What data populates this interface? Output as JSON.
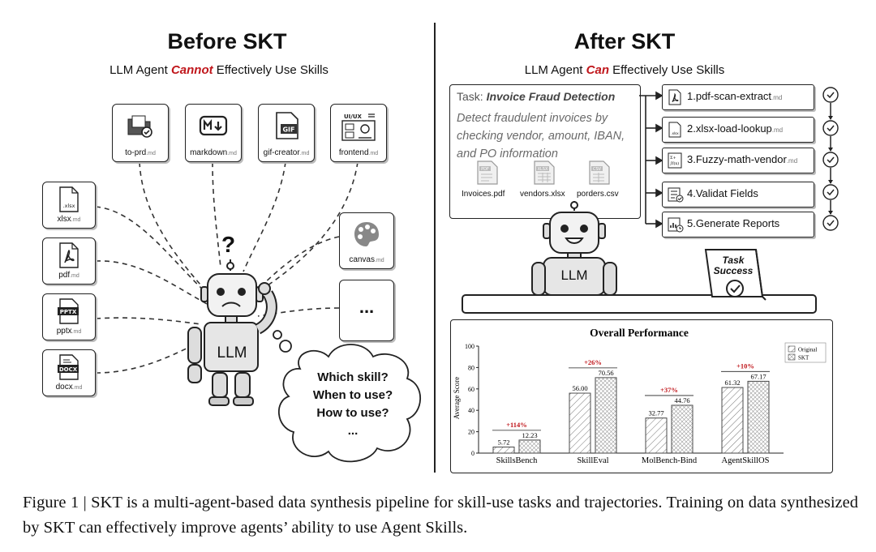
{
  "left_panel": {
    "title": "Before SKT",
    "subtitle_pre": "LLM Agent ",
    "subtitle_emph": "Cannot",
    "subtitle_post": " Effectively Use Skills",
    "top_skills": [
      {
        "name": "to-prd",
        "ext": ".md",
        "icon": "folder-check-icon"
      },
      {
        "name": "markdown",
        "ext": ".md",
        "icon": "markdown-icon"
      },
      {
        "name": "gif-creator",
        "ext": ".md",
        "icon": "gif-icon"
      },
      {
        "name": "frontend",
        "ext": ".md",
        "icon": "ui-ux-icon",
        "icon_text": "UI/UX"
      }
    ],
    "left_skills": [
      {
        "name": "xlsx",
        "ext": ".md",
        "icon": "xlsx-file-icon",
        "icon_text": ".xlsx"
      },
      {
        "name": "pdf",
        "ext": ".md",
        "icon": "pdf-file-icon"
      },
      {
        "name": "pptx",
        "ext": ".md",
        "icon": "pptx-file-icon",
        "icon_text": "PPTX"
      },
      {
        "name": "docx",
        "ext": ".md",
        "icon": "docx-file-icon",
        "icon_text": "DOCX"
      }
    ],
    "right_skills": [
      {
        "name": "canvas",
        "ext": ".md",
        "icon": "palette-icon"
      },
      {
        "name": "...",
        "ext": "",
        "icon": ""
      }
    ],
    "robot_label": "LLM",
    "question_mark": "?",
    "thought_lines": [
      "Which skill?",
      "When to use?",
      "How to use?",
      "..."
    ]
  },
  "right_panel": {
    "title": "After SKT",
    "subtitle_pre": "LLM Agent ",
    "subtitle_emph": "Can",
    "subtitle_post": " Effectively Use Skills",
    "task_label": "Task: ",
    "task_name": "Invoice Fraud Detection",
    "task_description": "Detect fraudulent invoices by checking vendor, amount, IBAN, and PO information",
    "files": [
      {
        "name": "Invoices.pdf",
        "icon_text": "PDF"
      },
      {
        "name": "vendors.xlsx",
        "icon_text": "XLSX"
      },
      {
        "name": "porders.csv",
        "icon_text": "CSV"
      }
    ],
    "steps": [
      {
        "label": "1.pdf-scan-extract",
        "ext": ".md",
        "icon": "pdf-icon"
      },
      {
        "label": "2.xlsx-load-lookup",
        "ext": ".md",
        "icon": "xlsx-icon"
      },
      {
        "label": "3.Fuzzy-math-vendor",
        "ext": ".md",
        "icon": "formula-icon"
      },
      {
        "label": "4.Validat Fields",
        "ext": "",
        "icon": "checklist-icon"
      },
      {
        "label": "5.Generate Reports",
        "ext": "",
        "icon": "report-icon"
      }
    ],
    "robot_label": "LLM",
    "tablet_lines": [
      "Task",
      "Success"
    ]
  },
  "chart_data": {
    "type": "bar",
    "title": "Overall Performance",
    "ylabel": "Average Score",
    "xlabel": "",
    "ylim": [
      0,
      100
    ],
    "yticks": [
      0,
      20,
      40,
      60,
      80,
      100
    ],
    "categories": [
      "SkillsBench",
      "SkillEval",
      "MolBench-Bind",
      "AgentSkillOS"
    ],
    "series": [
      {
        "name": "Original",
        "values": [
          5.72,
          56.0,
          32.77,
          61.32
        ],
        "pattern": "hatched"
      },
      {
        "name": "SKT",
        "values": [
          12.23,
          70.56,
          44.76,
          67.17
        ],
        "pattern": "crosshatch"
      }
    ],
    "improvements": [
      "+114%",
      "+26%",
      "+37%",
      "+10%"
    ],
    "improvement_color": "#c0171c",
    "legend_position": "top-right",
    "grid": false
  },
  "caption": {
    "text": "Figure 1 | SKT is a multi-agent-based data synthesis pipeline for skill-use tasks and trajectories. Training on data synthesized by SKT can effectively improve agents’ ability to use Agent Skills."
  }
}
